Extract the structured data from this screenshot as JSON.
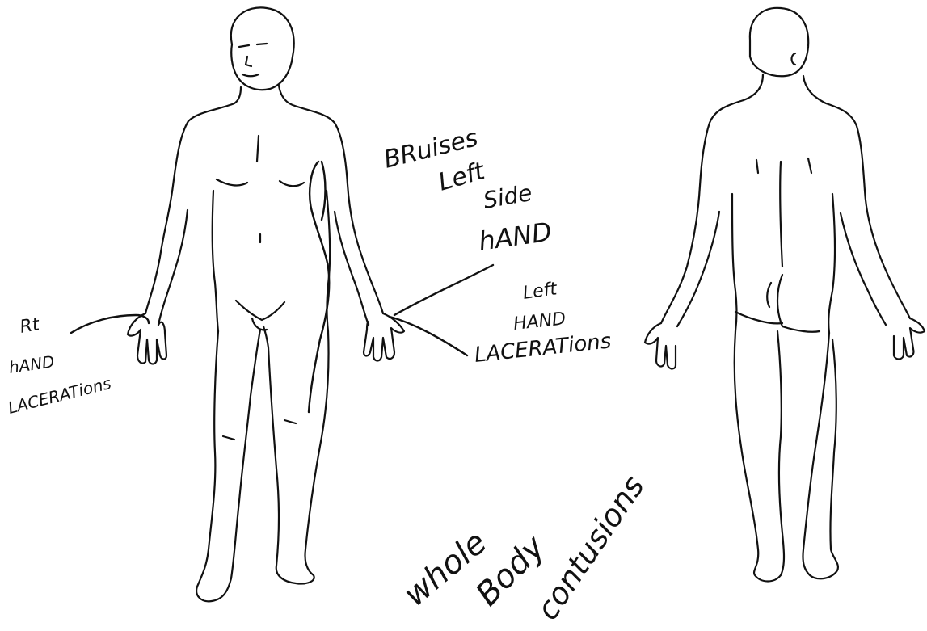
{
  "diagram": {
    "front_figure": "front-body-outline",
    "back_figure": "back-body-outline"
  },
  "annotations": {
    "bruises": [
      "BRuises",
      "Left",
      "Side",
      "hAND"
    ],
    "left_hand": [
      "Left",
      "HAND",
      "LACERATions"
    ],
    "right_hand": [
      "Rt",
      "hAND",
      "LACERATions"
    ],
    "whole_body": [
      "whole",
      "Body",
      "contusions"
    ]
  }
}
